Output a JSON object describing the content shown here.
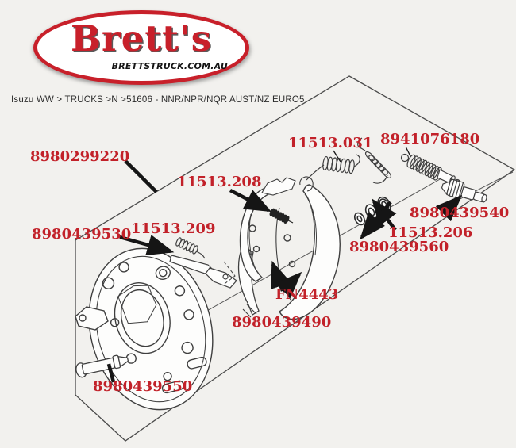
{
  "logo": {
    "brand": "Brett's",
    "website": "BRETTSTRUCK.COM.AU"
  },
  "breadcrumb": "Isuzu WW > TRUCKS >N >51606 - NNR/NPR/NQR AUST/NZ EURO5",
  "diagram": {
    "type": "exploded-parts-diagram",
    "subject": "Rear brake shoe / backing plate assembly",
    "labels": [
      {
        "part_number": "8980299220"
      },
      {
        "part_number": "11513.031"
      },
      {
        "part_number": "8941076180"
      },
      {
        "part_number": "11513.208"
      },
      {
        "part_number": "8980439530"
      },
      {
        "part_number": "11513.209"
      },
      {
        "part_number": "8980439540"
      },
      {
        "part_number": "11513.206"
      },
      {
        "part_number": "8980439560"
      },
      {
        "part_number": "FN4443"
      },
      {
        "part_number": "8980439490"
      },
      {
        "part_number": "8980439550"
      }
    ]
  },
  "colors": {
    "label_red": "#c22129",
    "logo_red": "#c8202a",
    "line": "#3f3f3f",
    "background": "#f2f1ee"
  }
}
